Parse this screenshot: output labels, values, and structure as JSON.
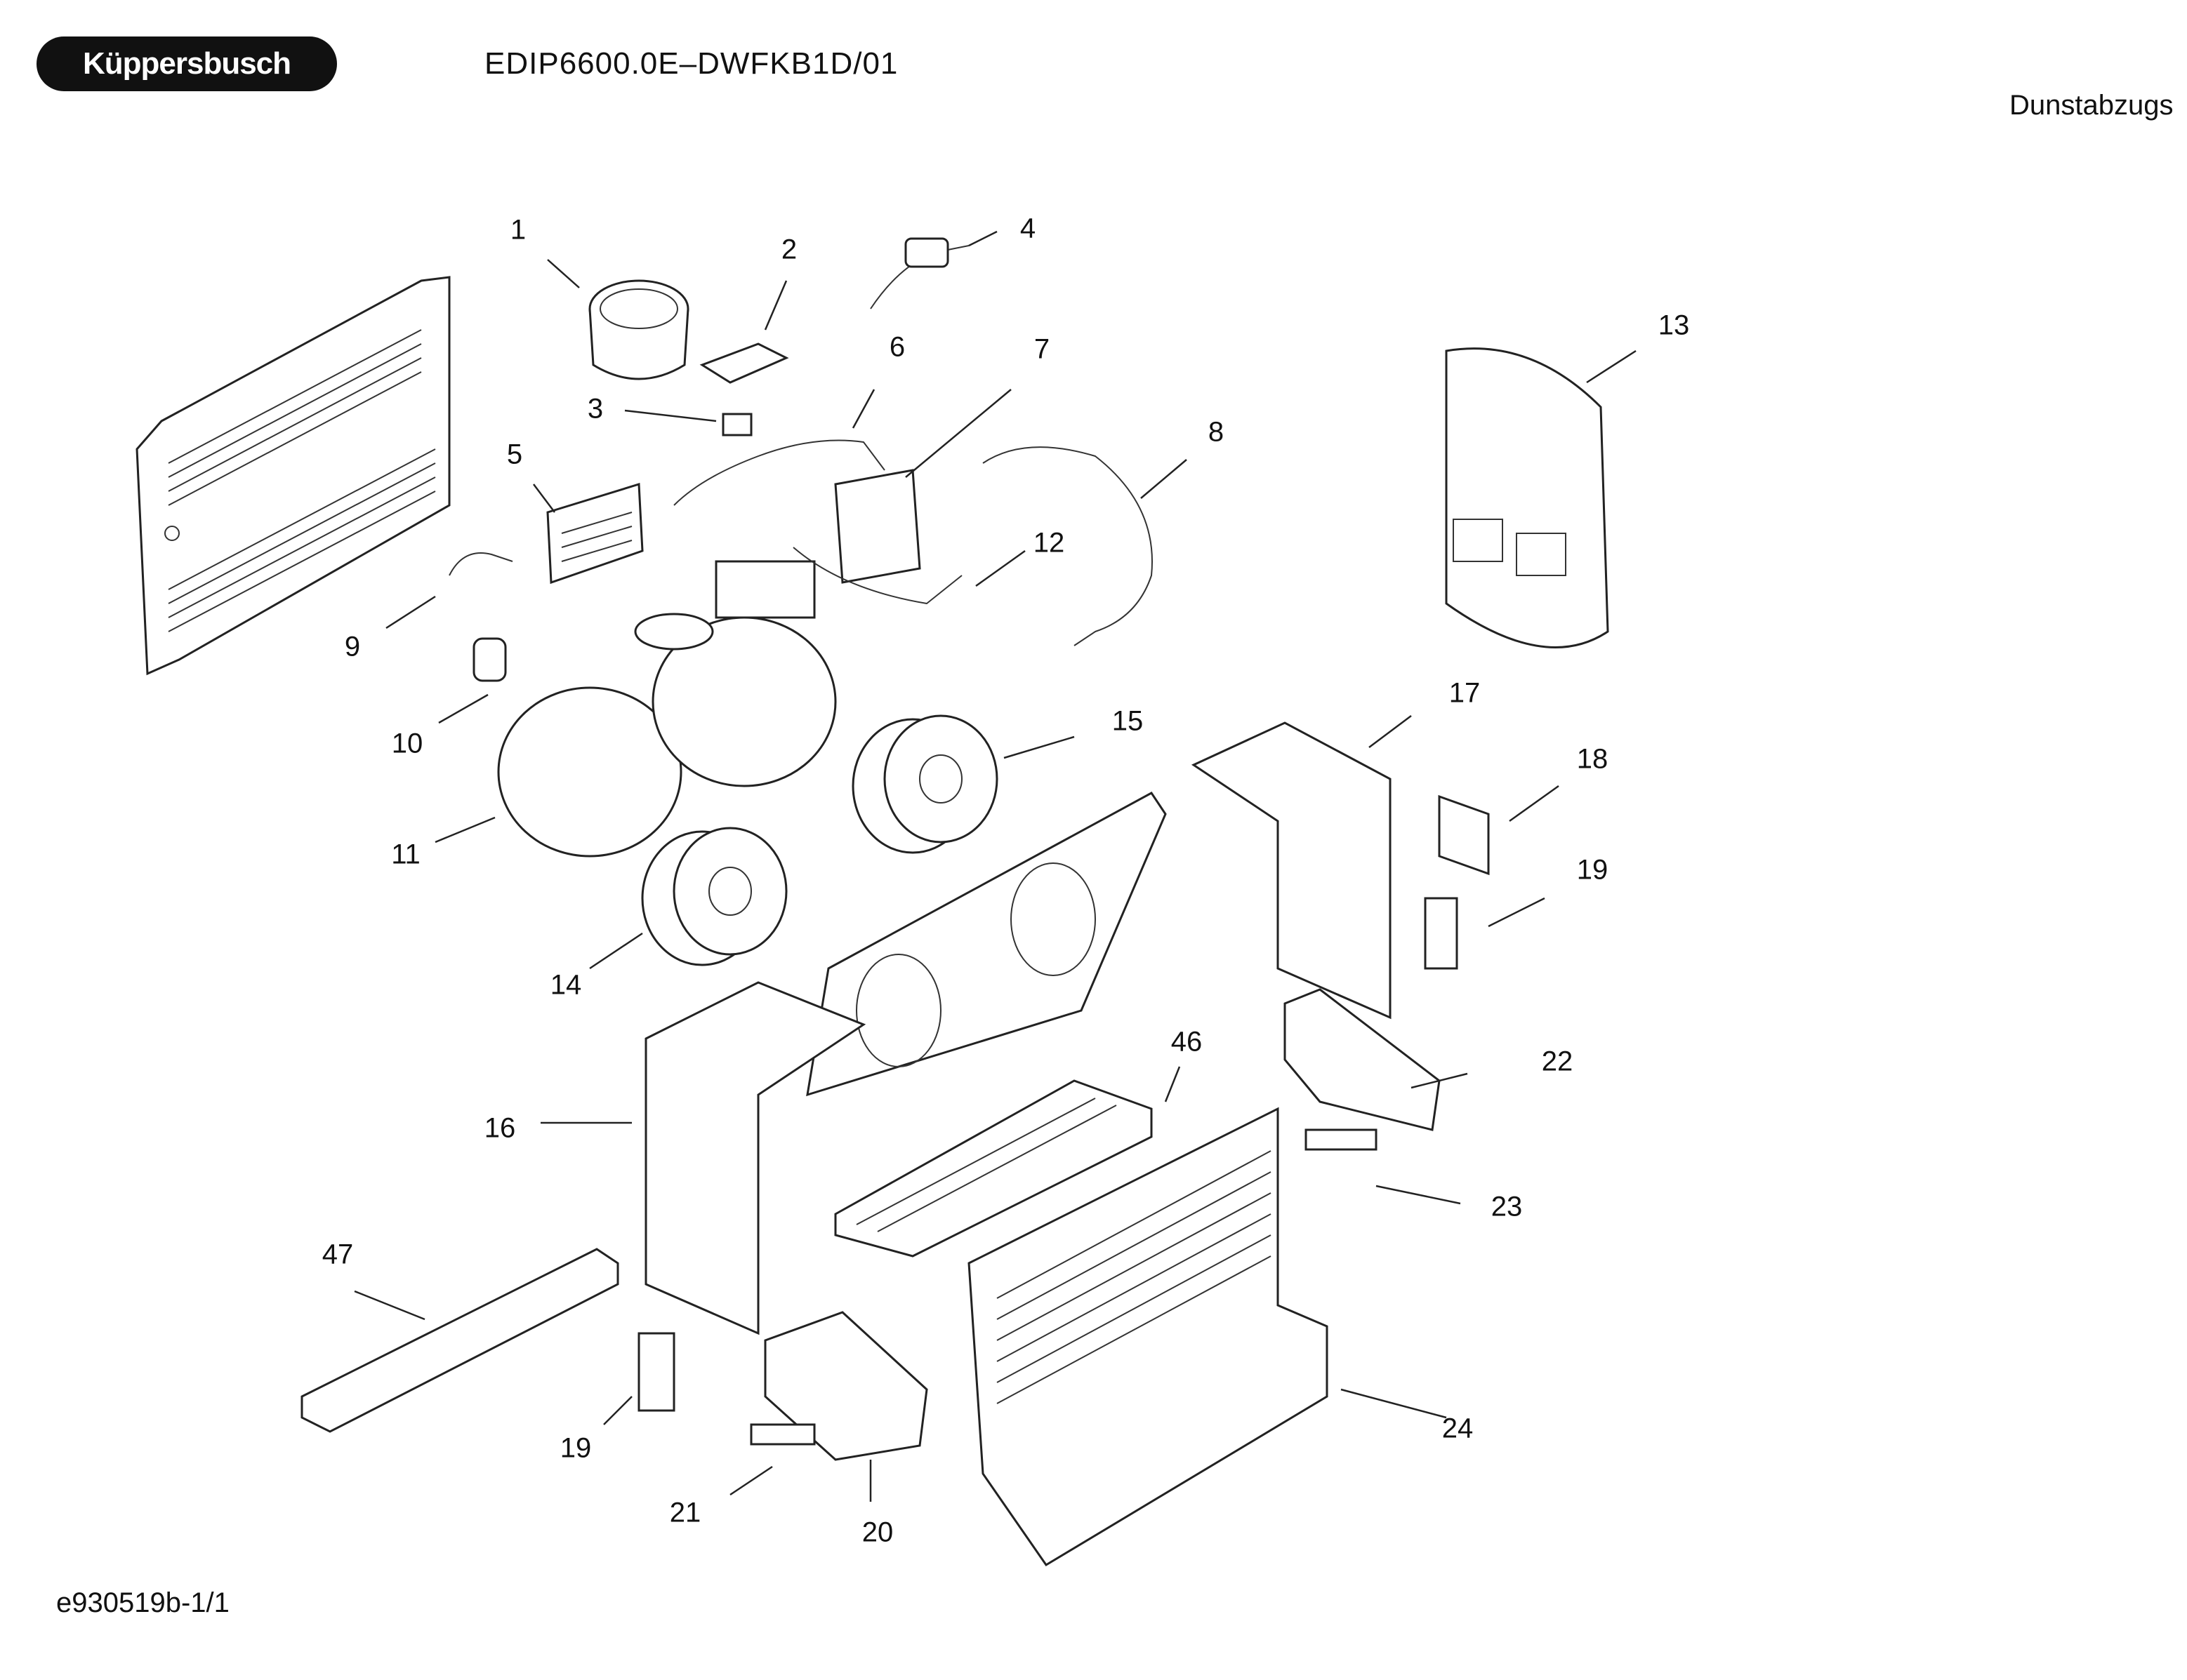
{
  "header": {
    "brand_logo": "Küppersbusch",
    "model_code": "EDIP6600.0E–DWFKB1D/01",
    "category": "Dunstabzugs"
  },
  "footer": {
    "drawing_id": "e930519b-1/1"
  },
  "diagram": {
    "callouts": [
      "1",
      "2",
      "3",
      "4",
      "5",
      "6",
      "7",
      "8",
      "9",
      "10",
      "11",
      "12",
      "13",
      "14",
      "15",
      "16",
      "17",
      "18",
      "19",
      "20",
      "21",
      "22",
      "23",
      "24",
      "46",
      "47",
      "19"
    ]
  }
}
